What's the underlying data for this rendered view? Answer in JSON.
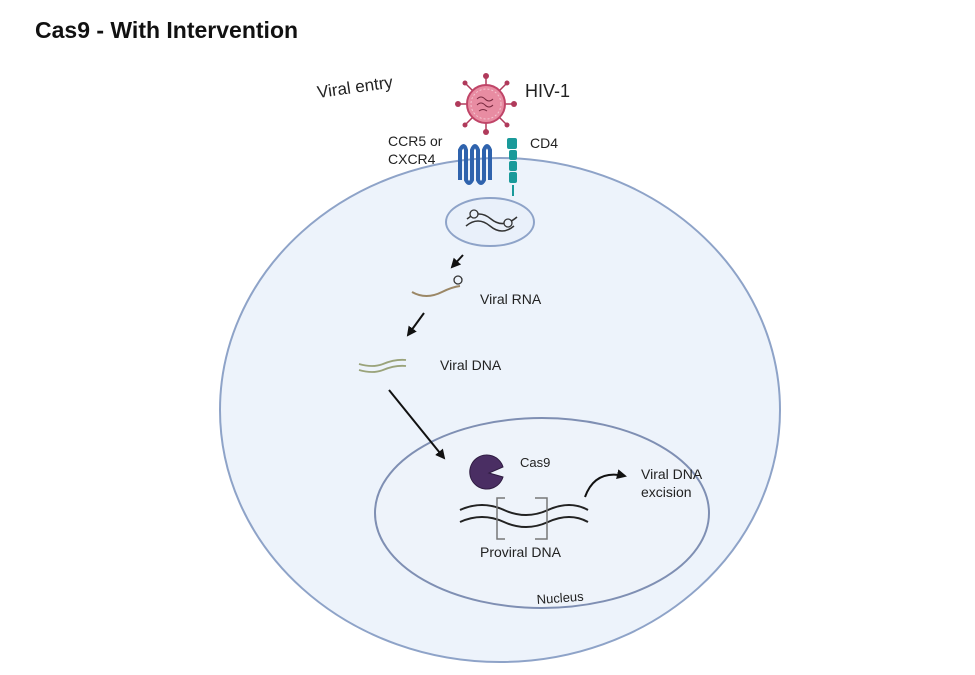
{
  "title": "Cas9 - With Intervention",
  "labels": {
    "viral_entry": "Viral entry",
    "virus": "HIV-1",
    "coreceptor_line1": "CCR5 or",
    "coreceptor_line2": "CXCR4",
    "receptor": "CD4",
    "viral_rna": "Viral RNA",
    "viral_dna": "Viral DNA",
    "cas9": "Cas9",
    "excision_line1": "Viral DNA",
    "excision_line2": "excision",
    "proviral_dna": "Proviral DNA",
    "nucleus": "Nucleus"
  },
  "colors": {
    "cell_fill": "#edf3fb",
    "cell_stroke": "#8ea3c8",
    "virus": "#d95b7a",
    "coreceptor": "#2f63ad",
    "cd4": "#1a9a9a",
    "cas9": "#4a2e63",
    "rna": "#9b8766",
    "dna": "#9aa37a"
  }
}
